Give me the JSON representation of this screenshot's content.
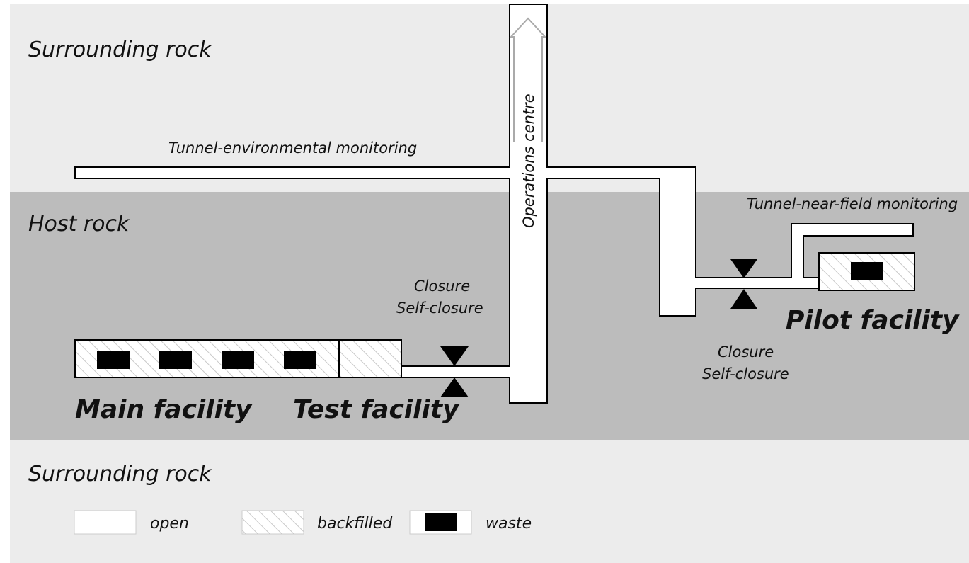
{
  "regions": {
    "surrounding_top": "Surrounding rock",
    "host": "Host rock",
    "surrounding_bottom": "Surrounding rock"
  },
  "tunnels": {
    "environmental": "Tunnel-environmental monitoring",
    "near_field": "Tunnel-near-field monitoring",
    "operations": "Operations centre"
  },
  "closures": {
    "left": {
      "line1": "Closure",
      "line2": "Self-closure"
    },
    "right": {
      "line1": "Closure",
      "line2": "Self-closure"
    }
  },
  "facilities": {
    "main": "Main facility",
    "test": "Test facility",
    "pilot": "Pilot facility"
  },
  "legend": {
    "open": "open",
    "backfilled": "backfilled",
    "waste": "waste"
  },
  "colors": {
    "surrounding_rock": "#ececec",
    "host_rock": "#bcbcbc",
    "open": "#ffffff",
    "waste": "#000000",
    "hatch_line": "#c8c8c8"
  }
}
